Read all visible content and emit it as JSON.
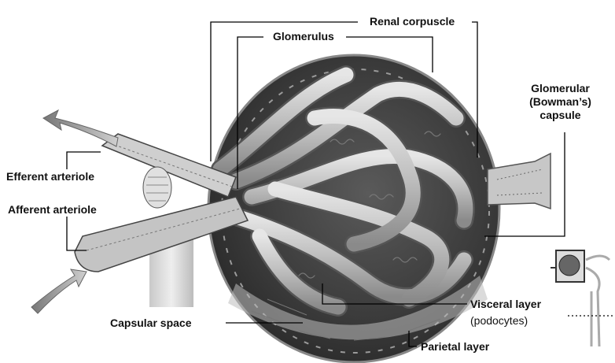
{
  "labels": {
    "renal_corpuscle": "Renal corpuscle",
    "glomerulus": "Glomerulus",
    "glomerular_capsule_1": "Glomerular",
    "glomerular_capsule_2": "(Bowman’s)",
    "glomerular_capsule_3": "capsule",
    "efferent_arteriole": "Efferent arteriole",
    "afferent_arteriole": "Afferent arteriole",
    "capsular_space": "Capsular space",
    "visceral_layer": "Visceral layer",
    "podocytes": "(podocytes)",
    "parietal_layer": "Parietal layer"
  }
}
